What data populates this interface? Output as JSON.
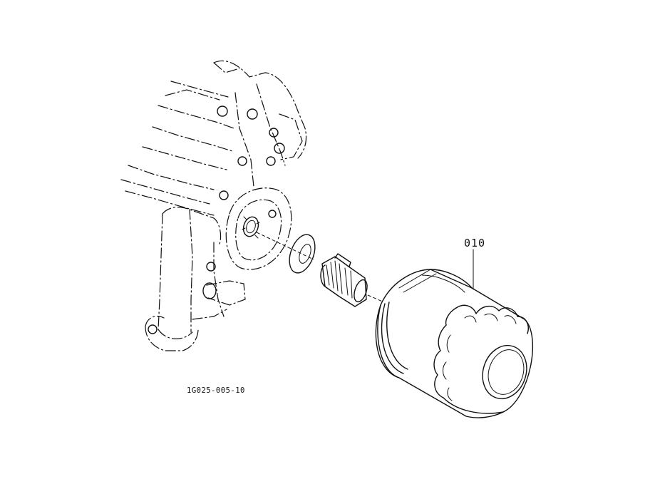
{
  "figure": {
    "part_labels": [
      {
        "id": "010",
        "text": "010"
      }
    ],
    "drawing_code": "1G025-005-10"
  },
  "colors": {
    "line": "#111111",
    "background": "#ffffff"
  }
}
